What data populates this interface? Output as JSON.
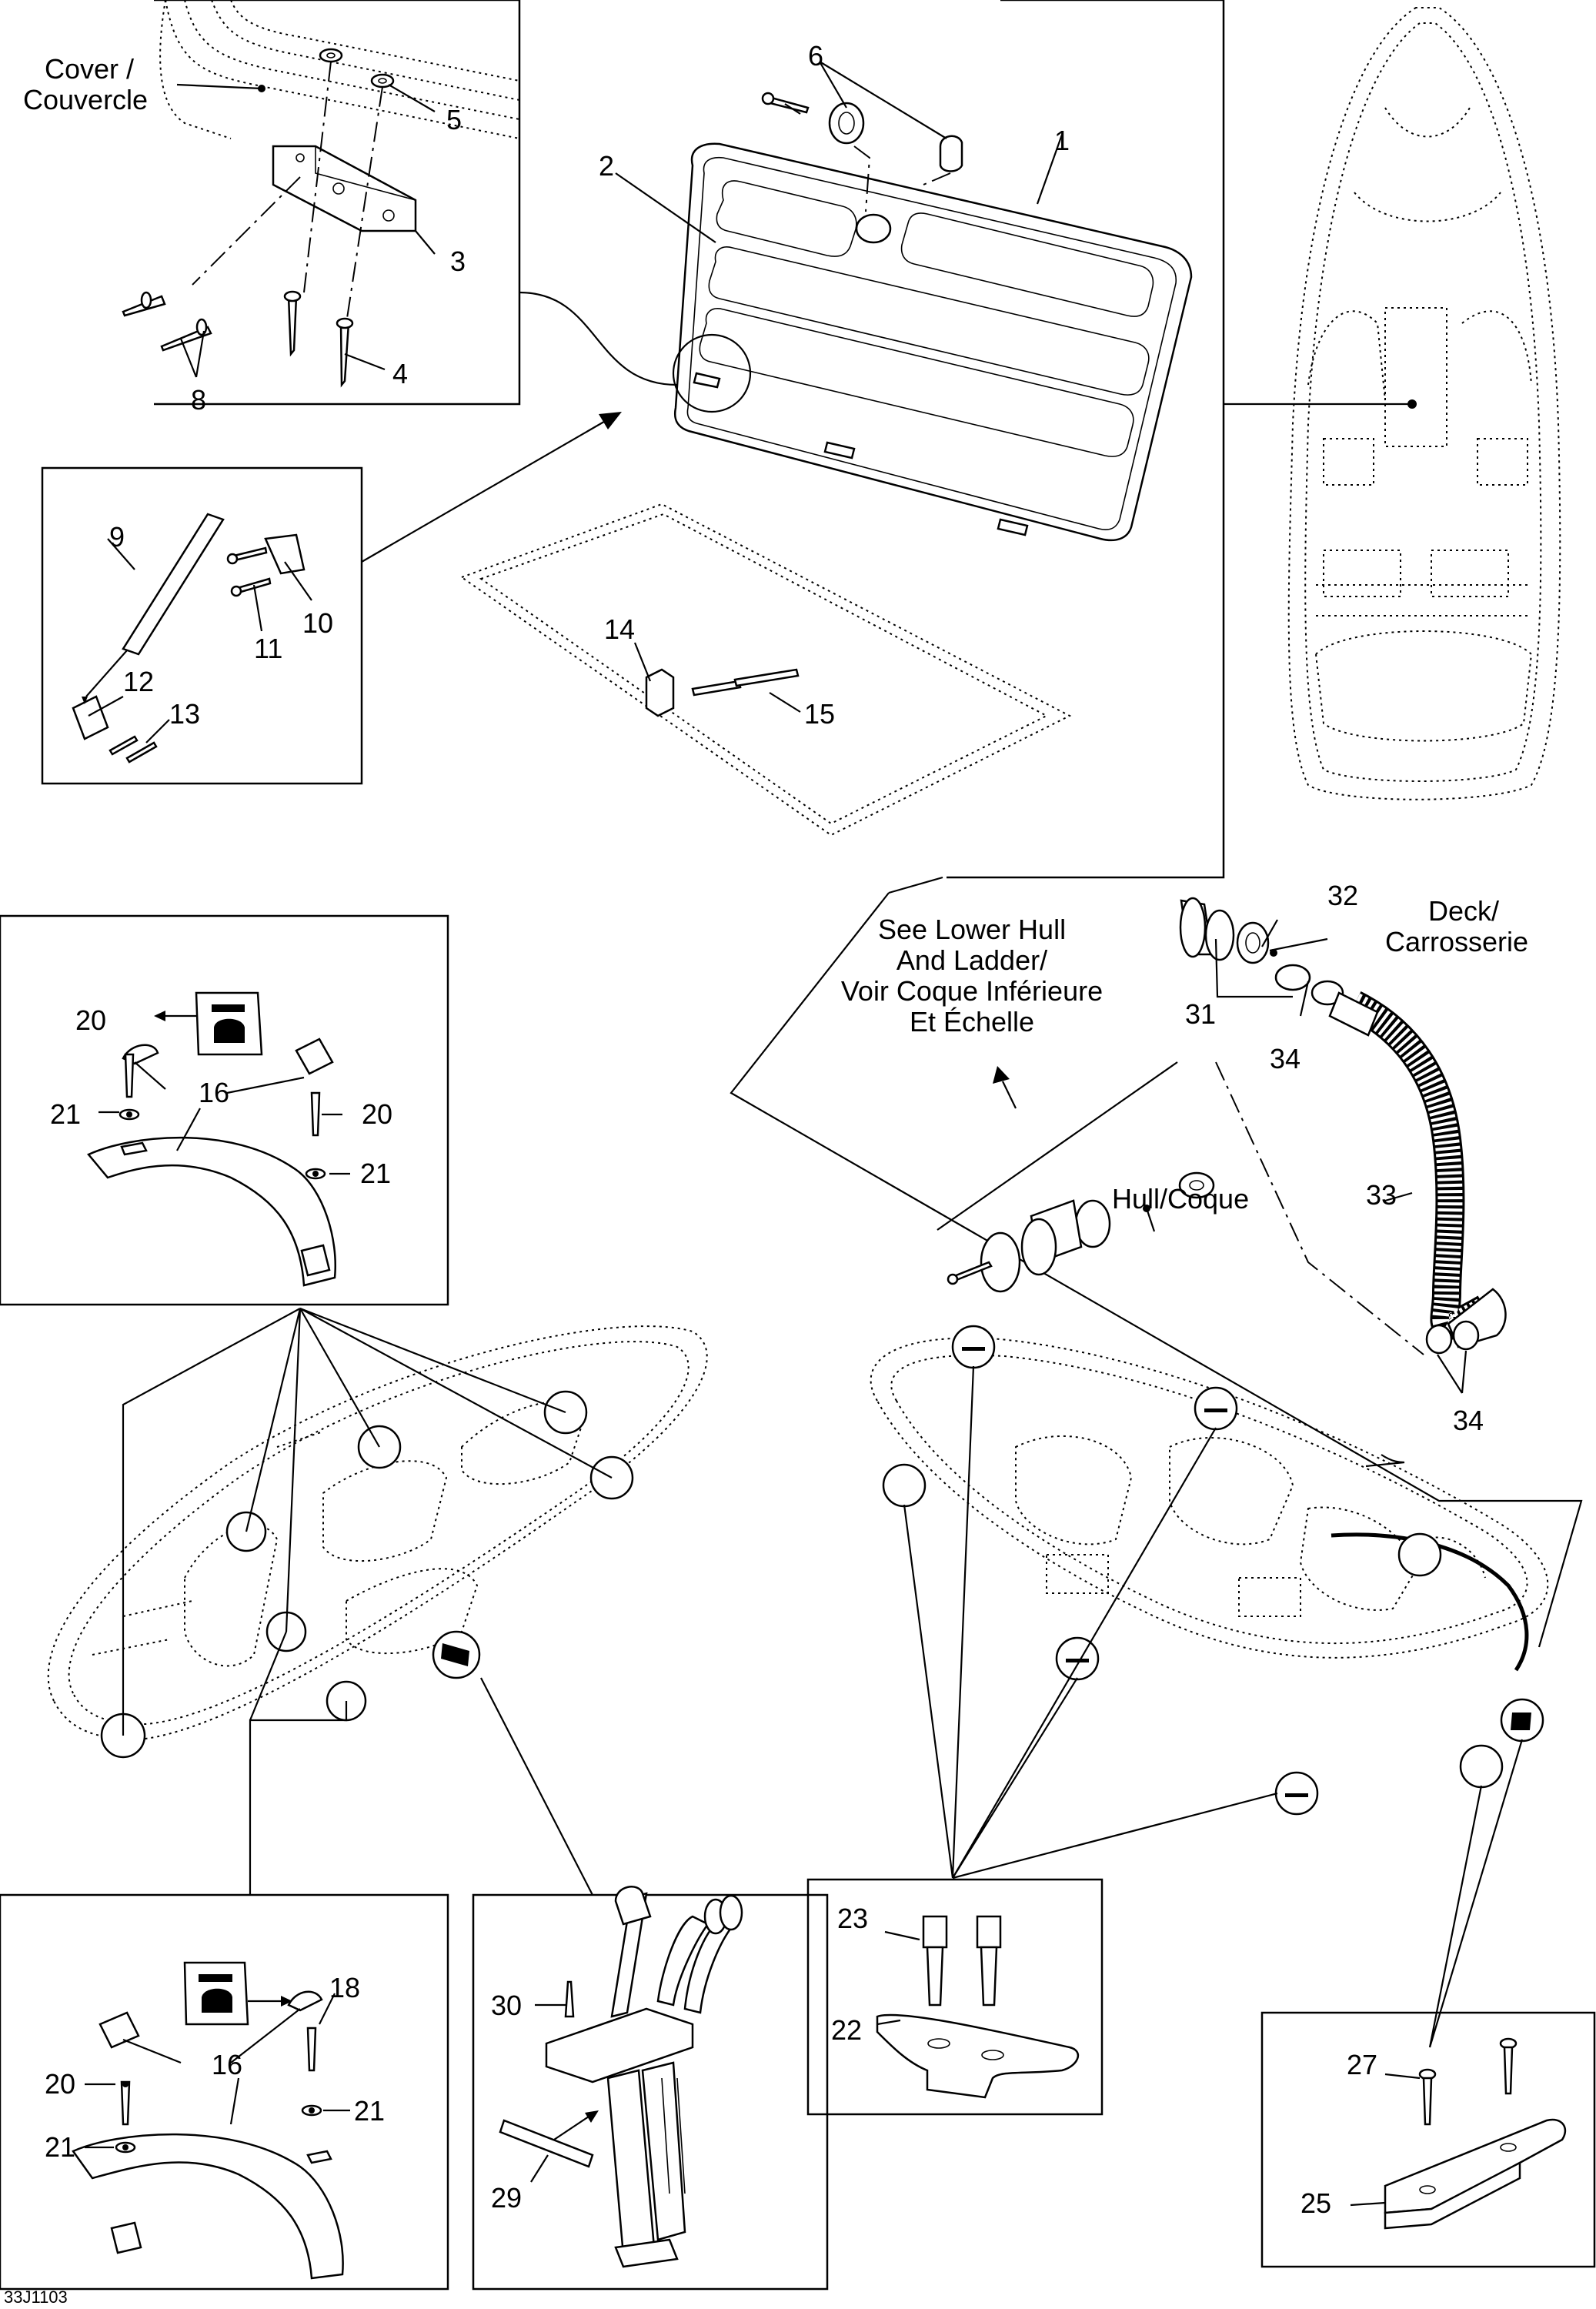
{
  "figure_id": "33J1103",
  "text_labels": {
    "cover": "Cover /",
    "couvercle": "Couvercle",
    "see_lower_1": "See Lower Hull",
    "see_lower_2": "And Ladder/",
    "see_lower_3": "Voir Coque Inférieure",
    "see_lower_4": "Et Échelle",
    "deck_1": "Deck/",
    "deck_2": "Carrosserie",
    "hull": "Hull/Coque"
  },
  "callouts": {
    "n1": "1",
    "n2": "2",
    "n3": "3",
    "n4": "4",
    "n5": "5",
    "n6": "6",
    "n8": "8",
    "n9": "9",
    "n10": "10",
    "n11": "11",
    "n12": "12",
    "n13": "13",
    "n14": "14",
    "n15": "15",
    "n16a": "16",
    "n16b": "16",
    "n18": "18",
    "n20a": "20",
    "n20b": "20",
    "n20c": "20",
    "n21a": "21",
    "n21b": "21",
    "n21c": "21",
    "n21d": "21",
    "n22": "22",
    "n23": "23",
    "n25": "25",
    "n27": "27",
    "n29": "29",
    "n30": "30",
    "n31": "31",
    "n32": "32",
    "n33": "33",
    "n34a": "34",
    "n34b": "34"
  }
}
